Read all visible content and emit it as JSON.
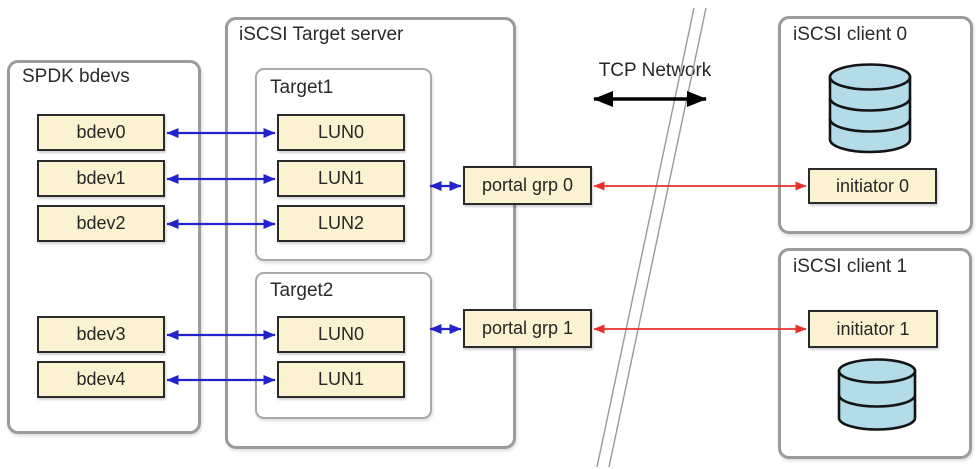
{
  "spdk": {
    "title": "SPDK bdevs",
    "bdevs": [
      "bdev0",
      "bdev1",
      "bdev2",
      "bdev3",
      "bdev4"
    ]
  },
  "target_server": {
    "title": "iSCSI Target server",
    "target1": {
      "title": "Target1",
      "luns": [
        "LUN0",
        "LUN1",
        "LUN2"
      ]
    },
    "target2": {
      "title": "Target2",
      "luns": [
        "LUN0",
        "LUN1"
      ]
    },
    "portal_grp_0": "portal grp 0",
    "portal_grp_1": "portal grp 1"
  },
  "network": {
    "label": "TCP Network"
  },
  "client0": {
    "title": "iSCSI client 0",
    "initiator": "initiator 0",
    "storage_icon": "database-cylinder"
  },
  "client1": {
    "title": "iSCSI client 1",
    "initiator": "initiator 1",
    "storage_icon": "database-cylinder"
  },
  "colors": {
    "node_fill": "#FAF2D0",
    "node_border": "#2B2B2B",
    "group_border": "#9B9B9B",
    "blue_arrow": "#2323CC",
    "red_arrow": "#E6322B",
    "black_arrow": "#000000",
    "cylinder_fill": "#B3DBE8",
    "boundary_line": "#999999"
  }
}
